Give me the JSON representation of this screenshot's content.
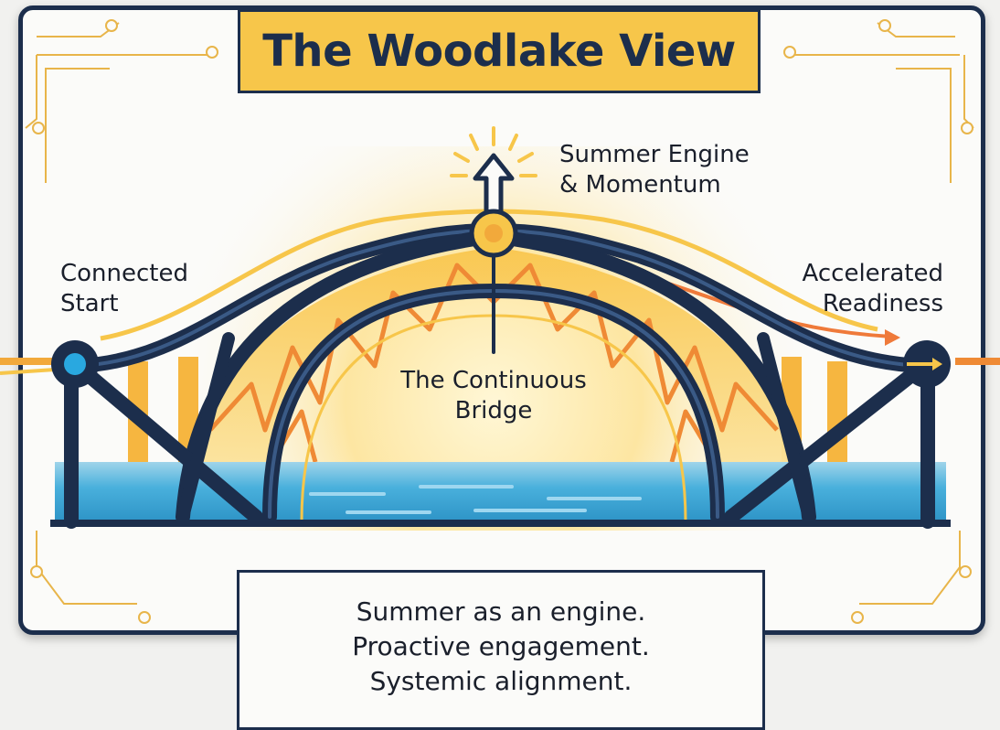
{
  "title": "The Woodlake View",
  "labels": {
    "connected_start": [
      "Connected",
      "Start"
    ],
    "summer_engine": [
      "Summer Engine",
      "& Momentum"
    ],
    "accelerated_readiness": [
      "Accelerated",
      "Readiness"
    ],
    "continuous_bridge": [
      "The Continuous",
      "Bridge"
    ]
  },
  "caption": [
    "Summer as an engine.",
    "Proactive engagement.",
    "Systemic alignment."
  ],
  "colors": {
    "navy": "#1c2e4c",
    "gold": "#f7c64a",
    "orange": "#ef8a35",
    "water": "#3aa5d6",
    "node_blue": "#29a8e0"
  }
}
